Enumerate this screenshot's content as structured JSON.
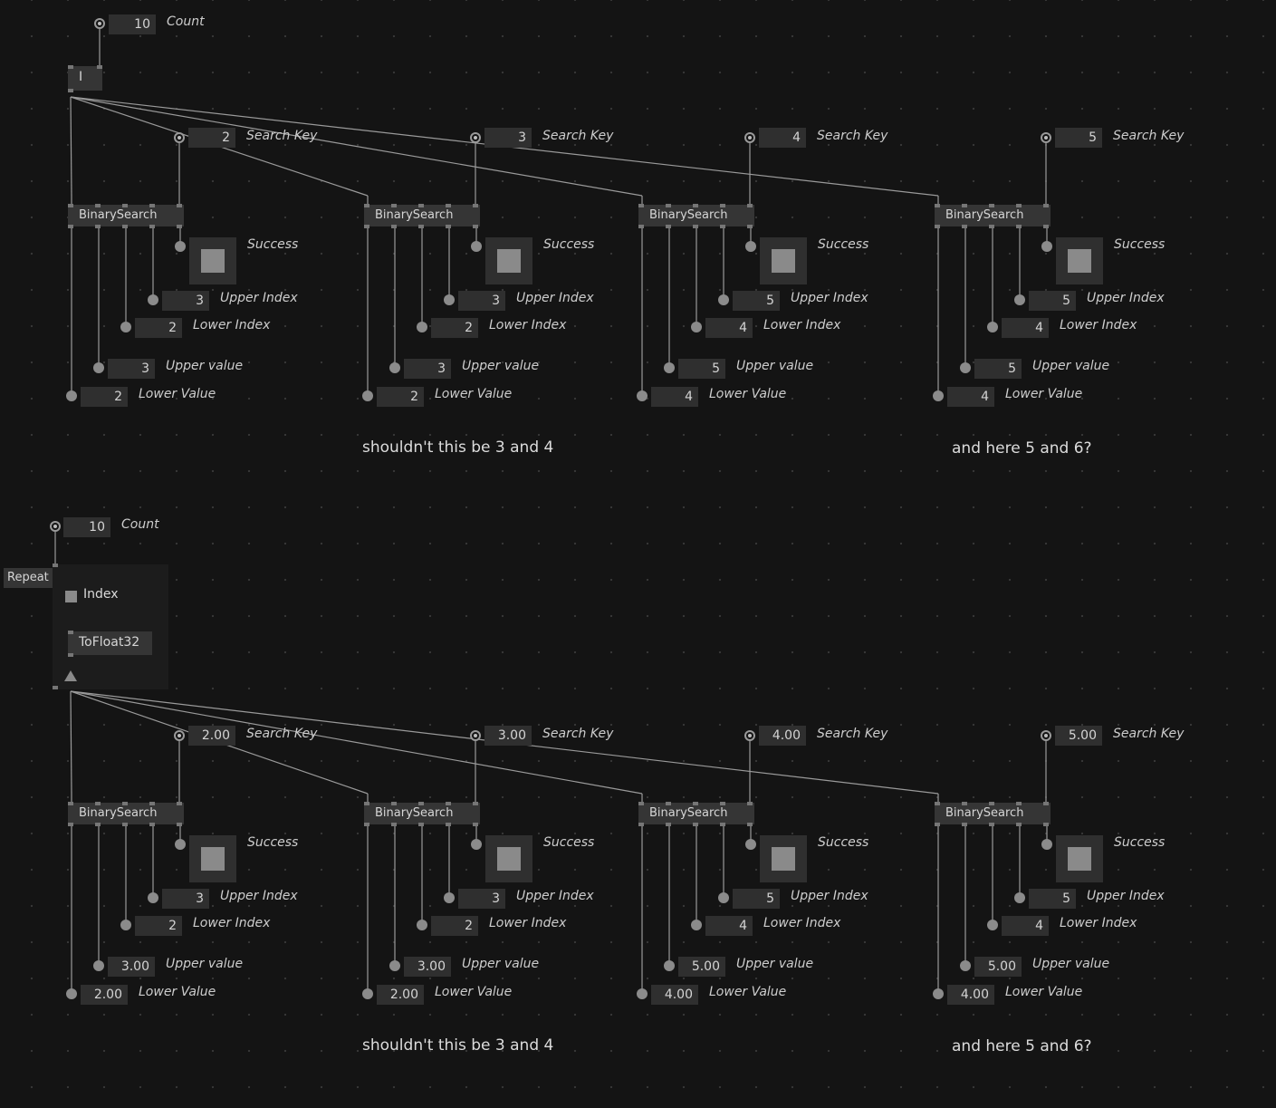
{
  "top": {
    "count": {
      "value": "10",
      "label": "Count"
    },
    "iota_label": "I",
    "searches": [
      {
        "key": "2",
        "upper_index": "3",
        "lower_index": "2",
        "upper_value": "3",
        "lower_value": "2"
      },
      {
        "key": "3",
        "upper_index": "3",
        "lower_index": "2",
        "upper_value": "3",
        "lower_value": "2"
      },
      {
        "key": "4",
        "upper_index": "5",
        "lower_index": "4",
        "upper_value": "5",
        "lower_value": "4"
      },
      {
        "key": "5",
        "upper_index": "5",
        "lower_index": "4",
        "upper_value": "5",
        "lower_value": "4"
      }
    ],
    "comment1": "shouldn't this be 3 and 4",
    "comment2": "and here 5 and 6?"
  },
  "bottom": {
    "count": {
      "value": "10",
      "label": "Count"
    },
    "repeat_label": "Repeat",
    "index_label": "Index",
    "tofloat_label": "ToFloat32",
    "searches": [
      {
        "key": "2.00",
        "upper_index": "3",
        "lower_index": "2",
        "upper_value": "3.00",
        "lower_value": "2.00"
      },
      {
        "key": "3.00",
        "upper_index": "3",
        "lower_index": "2",
        "upper_value": "3.00",
        "lower_value": "2.00"
      },
      {
        "key": "4.00",
        "upper_index": "5",
        "lower_index": "4",
        "upper_value": "5.00",
        "lower_value": "4.00"
      },
      {
        "key": "5.00",
        "upper_index": "5",
        "lower_index": "4",
        "upper_value": "5.00",
        "lower_value": "4.00"
      }
    ],
    "comment1": "shouldn't this be 3 and 4",
    "comment2": "and here 5 and 6?"
  },
  "labels": {
    "node_title": "BinarySearch",
    "search_key": "Search Key",
    "success": "Success",
    "upper_index": "Upper Index",
    "lower_index": "Lower Index",
    "upper_value": "Upper value",
    "lower_value": "Lower Value"
  }
}
